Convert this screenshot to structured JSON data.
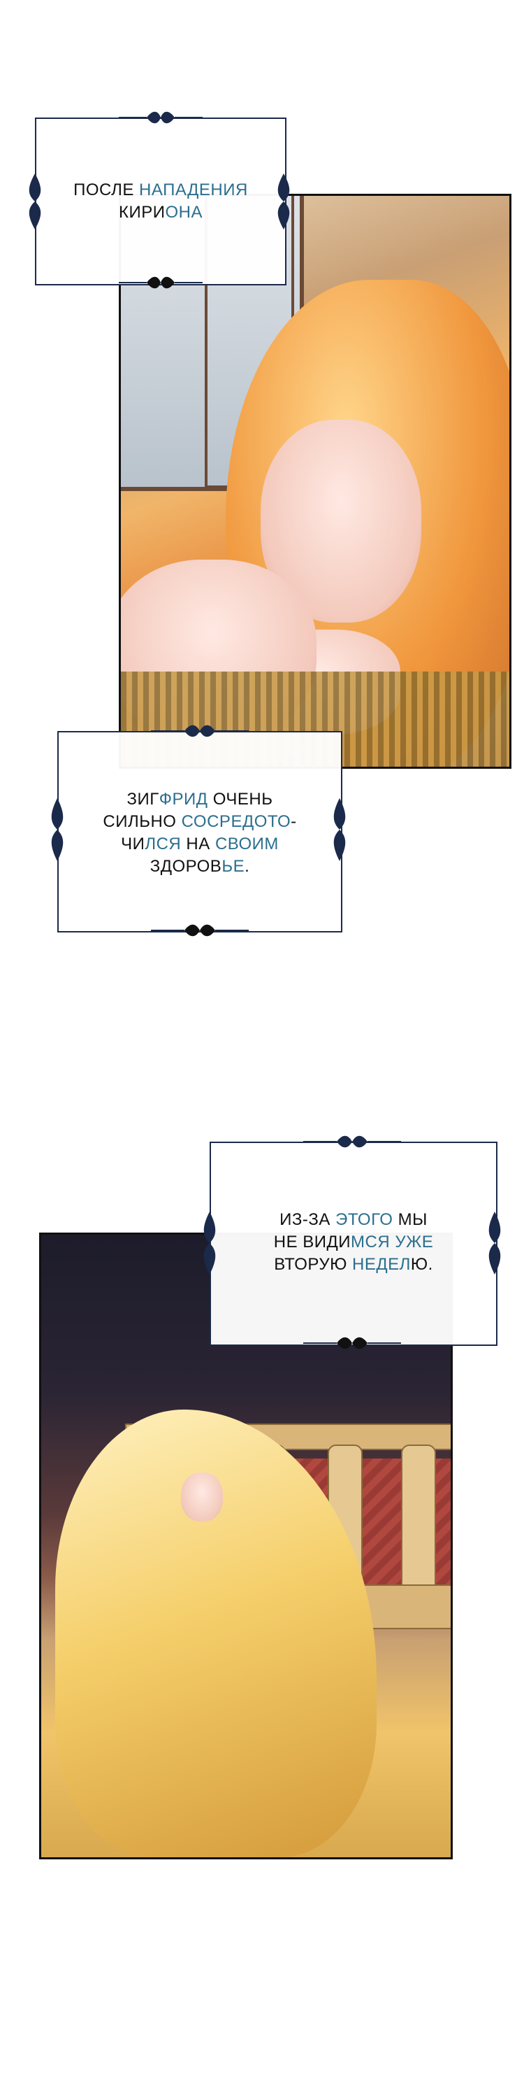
{
  "captions": [
    {
      "lines": [
        [
          {
            "t": "ПОСЛЕ ",
            "hl": false
          },
          {
            "t": "НАПАДЕНИЯ",
            "hl": true
          }
        ],
        [
          {
            "t": "КИРИ",
            "hl": false
          },
          {
            "t": "ОНА",
            "hl": true
          }
        ]
      ]
    },
    {
      "lines": [
        [
          {
            "t": "ЗИГ",
            "hl": false
          },
          {
            "t": "ФРИД",
            "hl": true
          },
          {
            "t": " ОЧЕНЬ",
            "hl": false
          }
        ],
        [
          {
            "t": "СИЛЬНО ",
            "hl": false
          },
          {
            "t": "СОСРЕДОТО",
            "hl": true
          },
          {
            "t": "-",
            "hl": false
          }
        ],
        [
          {
            "t": "ЧИ",
            "hl": false
          },
          {
            "t": "ЛСЯ",
            "hl": true
          },
          {
            "t": " НА ",
            "hl": false
          },
          {
            "t": "СВОИМ",
            "hl": true
          }
        ],
        [
          {
            "t": "ЗДОРОВ",
            "hl": false
          },
          {
            "t": "ЬЕ",
            "hl": true
          },
          {
            "t": ".",
            "hl": false
          }
        ]
      ]
    },
    {
      "lines": [
        [
          {
            "t": "ИЗ-ЗА ",
            "hl": false
          },
          {
            "t": "ЭТОГО",
            "hl": true
          },
          {
            "t": " МЫ",
            "hl": false
          }
        ],
        [
          {
            "t": "НЕ ВИДИ",
            "hl": false
          },
          {
            "t": "МСЯ УЖЕ",
            "hl": true
          }
        ],
        [
          {
            "t": "ВТОРУЮ ",
            "hl": false
          },
          {
            "t": "НЕДЕЛ",
            "hl": true
          },
          {
            "t": "Ю.",
            "hl": false
          }
        ]
      ]
    }
  ],
  "colors": {
    "frame": "#1b2a4a",
    "highlight": "#2b6f8e",
    "text": "#111111"
  }
}
